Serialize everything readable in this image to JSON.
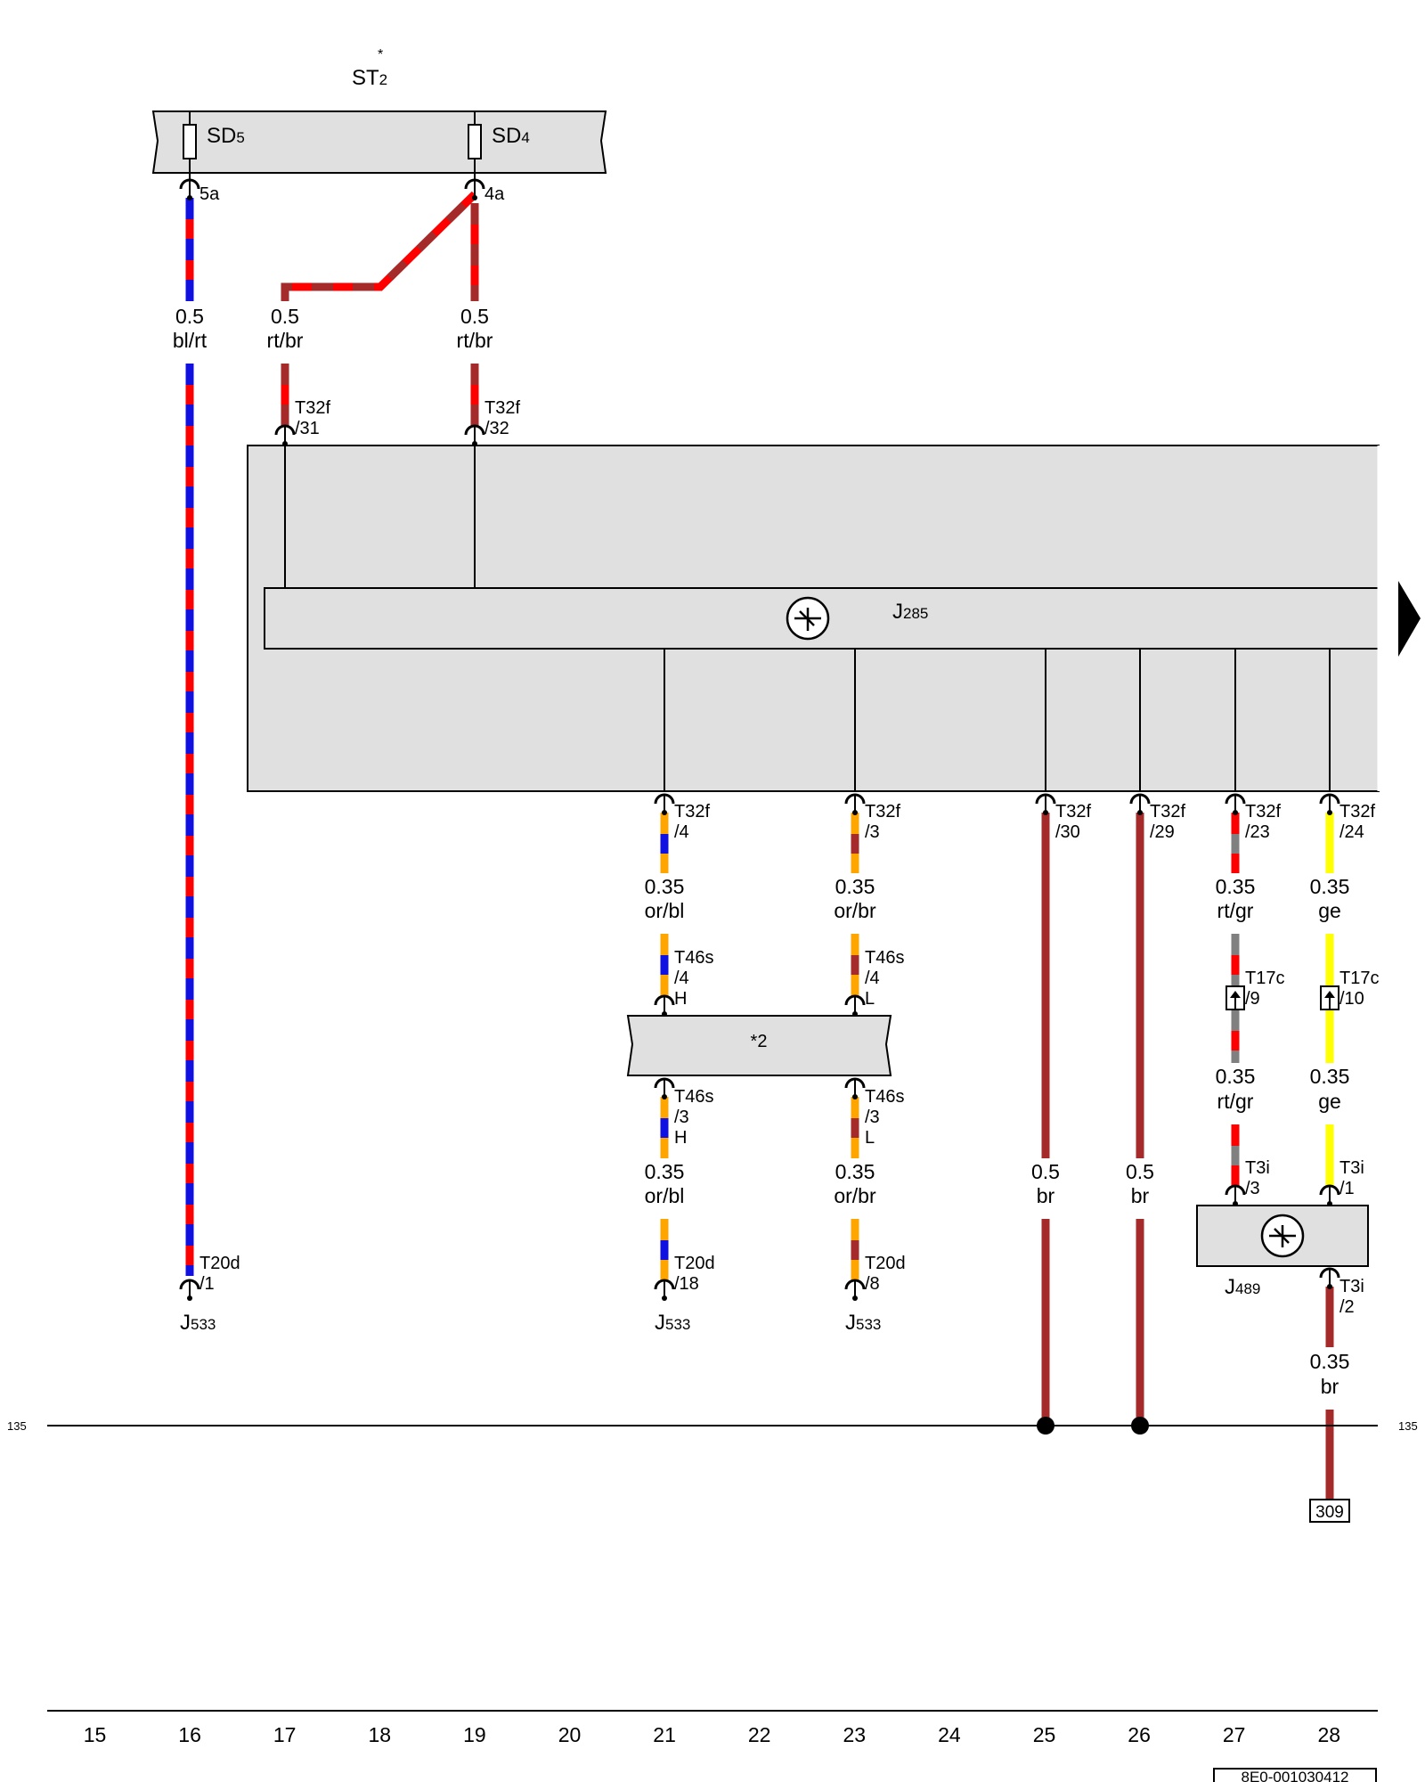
{
  "fuse_block": {
    "name": "ST",
    "sub": "2",
    "marker": "*",
    "fuses": [
      {
        "name": "SD",
        "sub": "5",
        "pin": "5a"
      },
      {
        "name": "SD",
        "sub": "4",
        "pin": "4a"
      }
    ]
  },
  "modules": {
    "j285": {
      "name": "J",
      "sub": "285"
    },
    "star2": {
      "label": "*2"
    },
    "j489": {
      "name": "J",
      "sub": "489"
    }
  },
  "wires": [
    {
      "id": "w16",
      "size": "0.5",
      "color": "bl/rt"
    },
    {
      "id": "w17",
      "size": "0.5",
      "color": "rt/br"
    },
    {
      "id": "w19",
      "size": "0.5",
      "color": "rt/br"
    },
    {
      "id": "w21a",
      "size": "0.35",
      "color": "or/bl"
    },
    {
      "id": "w23a",
      "size": "0.35",
      "color": "or/br"
    },
    {
      "id": "w27a",
      "size": "0.35",
      "color": "rt/gr"
    },
    {
      "id": "w28a",
      "size": "0.35",
      "color": "ge"
    },
    {
      "id": "w27b",
      "size": "0.35",
      "color": "rt/gr"
    },
    {
      "id": "w28b",
      "size": "0.35",
      "color": "ge"
    },
    {
      "id": "w21b",
      "size": "0.35",
      "color": "or/bl"
    },
    {
      "id": "w23b",
      "size": "0.35",
      "color": "or/br"
    },
    {
      "id": "w25",
      "size": "0.5",
      "color": "br"
    },
    {
      "id": "w26",
      "size": "0.5",
      "color": "br"
    },
    {
      "id": "w28c",
      "size": "0.35",
      "color": "br"
    }
  ],
  "pins": [
    {
      "id": "p17",
      "connector": "T32f",
      "pin": "/31"
    },
    {
      "id": "p19",
      "connector": "T32f",
      "pin": "/32"
    },
    {
      "id": "p21",
      "connector": "T32f",
      "pin": "/4"
    },
    {
      "id": "p23",
      "connector": "T32f",
      "pin": "/3"
    },
    {
      "id": "p25",
      "connector": "T32f",
      "pin": "/30"
    },
    {
      "id": "p26",
      "connector": "T32f",
      "pin": "/29"
    },
    {
      "id": "p27",
      "connector": "T32f",
      "pin": "/23"
    },
    {
      "id": "p28",
      "connector": "T32f",
      "pin": "/24"
    },
    {
      "id": "s21a",
      "connector": "T46s",
      "pin": "/4",
      "extra": "H"
    },
    {
      "id": "s23a",
      "connector": "T46s",
      "pin": "/4",
      "extra": "L"
    },
    {
      "id": "c27",
      "connector": "T17c",
      "pin": "/9"
    },
    {
      "id": "c28",
      "connector": "T17c",
      "pin": "/10"
    },
    {
      "id": "s21b",
      "connector": "T46s",
      "pin": "/3",
      "extra": "H"
    },
    {
      "id": "s23b",
      "connector": "T46s",
      "pin": "/3",
      "extra": "L"
    },
    {
      "id": "t27",
      "connector": "T3i",
      "pin": "/3"
    },
    {
      "id": "t28",
      "connector": "T3i",
      "pin": "/1"
    },
    {
      "id": "t28b",
      "connector": "T3i",
      "pin": "/2"
    },
    {
      "id": "d16",
      "connector": "T20d",
      "pin": "/1"
    },
    {
      "id": "d21",
      "connector": "T20d",
      "pin": "/18"
    },
    {
      "id": "d23",
      "connector": "T20d",
      "pin": "/8"
    }
  ],
  "destinations": [
    {
      "id": "dest16",
      "name": "J",
      "sub": "533"
    },
    {
      "id": "dest21",
      "name": "J",
      "sub": "533"
    },
    {
      "id": "dest23",
      "name": "J",
      "sub": "533"
    }
  ],
  "ground_line": {
    "left_label": "135",
    "right_label": "135"
  },
  "ref_box": "309",
  "grid_numbers": [
    "15",
    "16",
    "17",
    "18",
    "19",
    "20",
    "21",
    "22",
    "23",
    "24",
    "25",
    "26",
    "27",
    "28"
  ],
  "doc_id": "8E0-001030412",
  "colors": {
    "bl": "#1010e0",
    "rt": "#ff0000",
    "br": "#a52a2a",
    "or": "#ffa500",
    "gr": "#808080",
    "ge": "#ffff00",
    "module_fill": "#e0e0e0"
  }
}
